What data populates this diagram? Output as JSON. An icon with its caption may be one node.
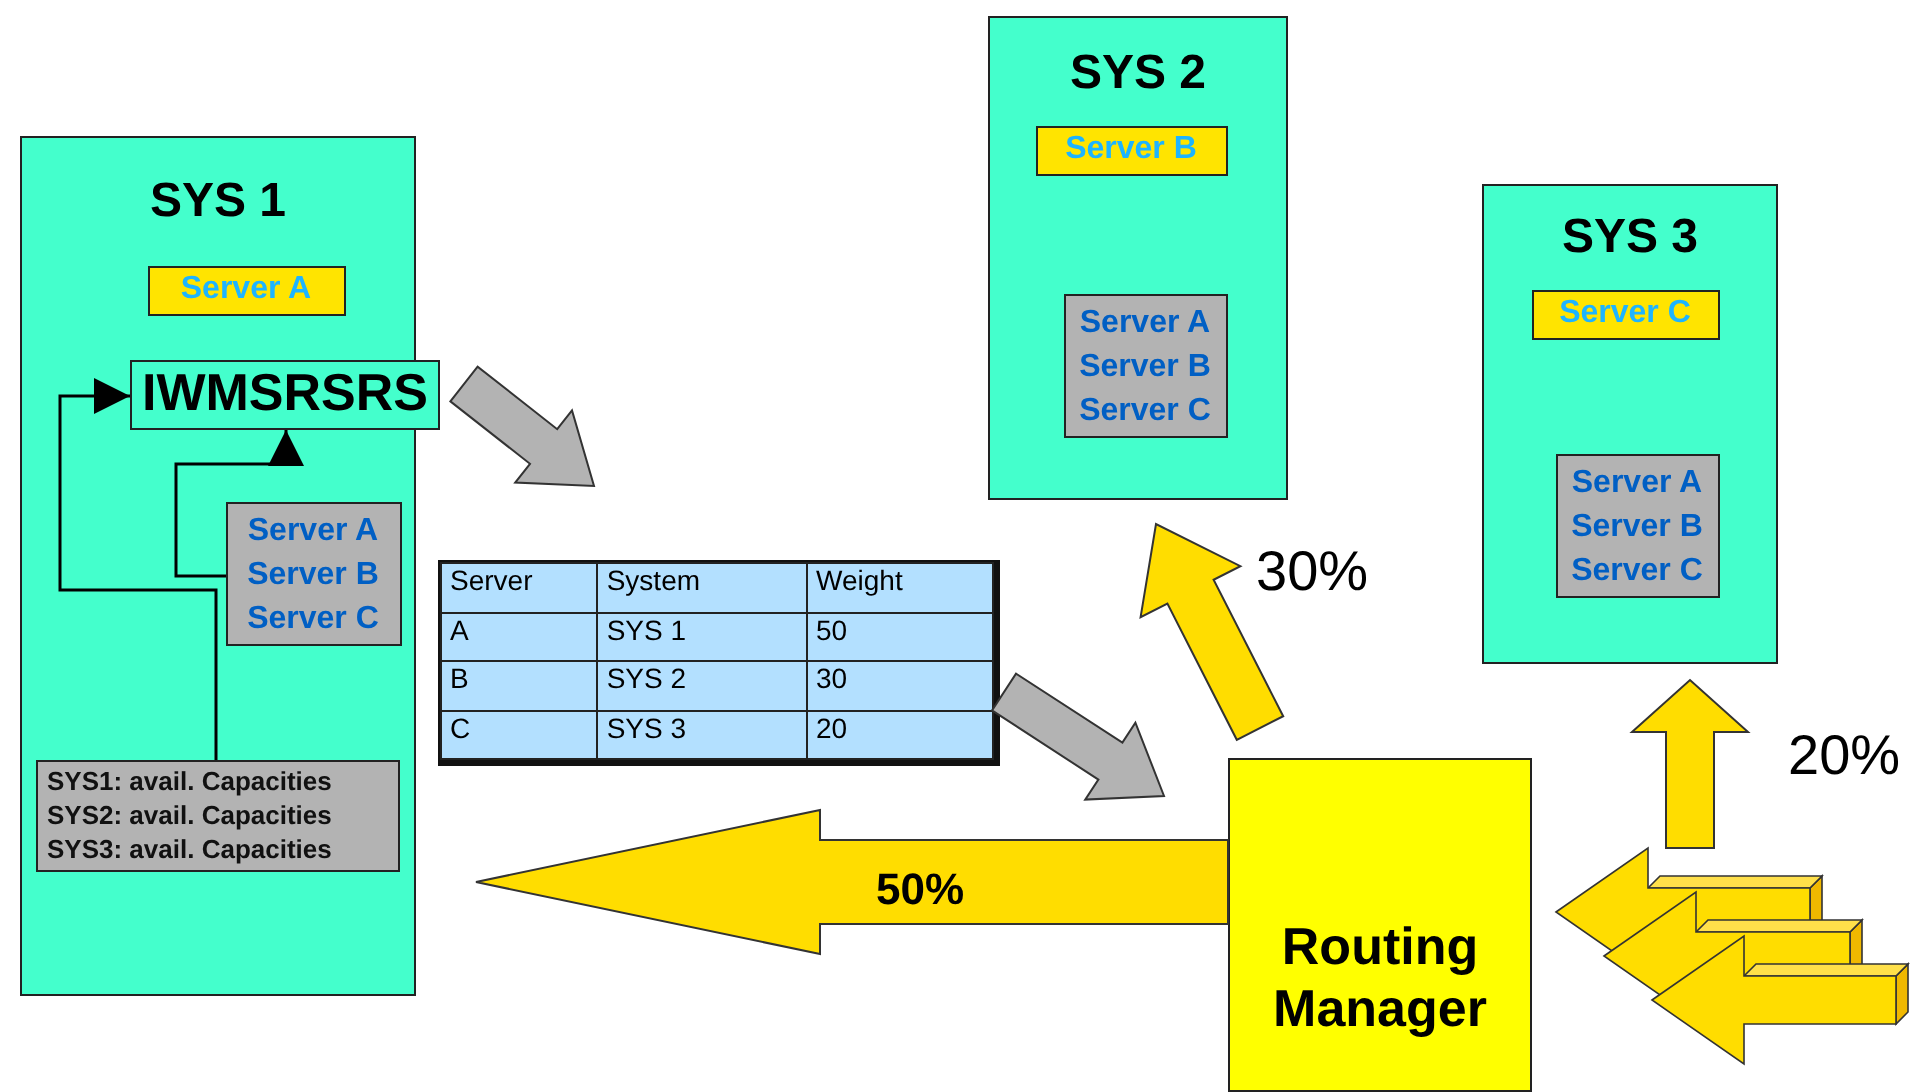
{
  "diagram": {
    "nodes": [
      {
        "text": [
          "SYS 1"
        ]
      },
      {
        "text": [
          "Server A"
        ],
        "in": 0
      },
      {
        "text": [
          "IWMSRSRS"
        ]
      },
      {
        "text": [
          "Server A Server B Server C"
        ],
        "in": 0
      },
      {
        "text": [
          "SYS1: avail. Capacities",
          "SYS2: avail. Capacities",
          "SYS3: avail. Capacities"
        ],
        "in": 0
      },
      {
        "text": [
          "Server",
          "System",
          "Weight",
          "A",
          "SYS 1",
          "50",
          "B",
          "SYS 2",
          "30",
          "C",
          "SYS 3",
          "20"
        ]
      },
      {
        "text": [
          "SYS 2"
        ]
      },
      {
        "text": [
          "Server B"
        ],
        "in": 6
      },
      {
        "text": [
          "Server A Server B Server C"
        ],
        "in": 6
      },
      {
        "text": [
          "SYS 3"
        ]
      },
      {
        "text": [
          "Server C"
        ],
        "in": 9
      },
      {
        "text": [
          "Server A Server B Server C"
        ],
        "in": 9
      },
      {
        "text": [
          "Routing Manager"
        ]
      }
    ],
    "edges": [
      {
        "from": 4,
        "to": 2,
        "arrow": "to",
        "color": "#000000"
      },
      {
        "from": 3,
        "to": 2,
        "arrow": "to",
        "color": "#000000"
      },
      {
        "from": 2,
        "to": 5,
        "arrow": "to",
        "style": "thick",
        "color": "#b3b3b3"
      },
      {
        "from": 5,
        "to": 12,
        "arrow": "to",
        "style": "thick",
        "color": "#b3b3b3"
      },
      {
        "from": 12,
        "to": 6,
        "arrow": "to",
        "style": "thick",
        "label": "30%"
      },
      {
        "from": 12,
        "to": 0,
        "arrow": "to",
        "style": "thick",
        "label": "50%"
      },
      {
        "from": null,
        "to": 9,
        "arrow": "to",
        "style": "thick",
        "label": "20%"
      }
    ]
  }
}
